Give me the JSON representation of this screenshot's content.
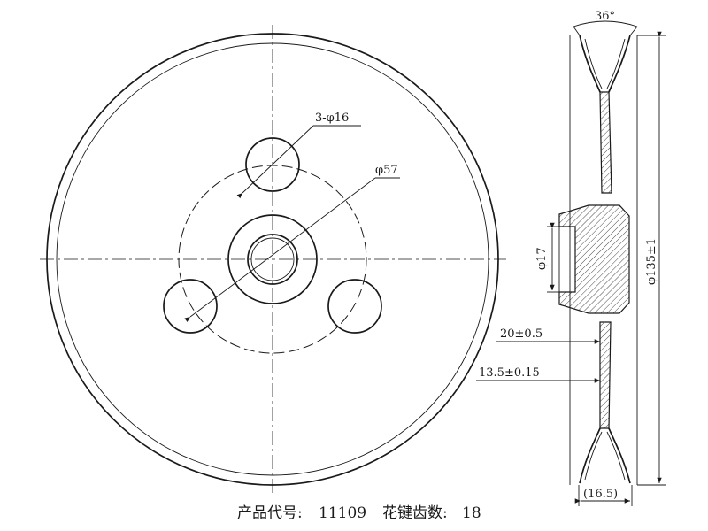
{
  "labels": {
    "holes": "3-φ16",
    "pcd": "φ57",
    "bore": "φ17",
    "outer_diameter": "φ135±1",
    "groove_angle": "36°",
    "dim_20": "20±0.5",
    "dim_13_5": "13.5±0.15",
    "width": "(16.5)"
  },
  "caption": {
    "part_code_label": "产品代号:",
    "part_code": "11109",
    "spline_label": "花键齿数:",
    "spline_teeth": "18"
  }
}
